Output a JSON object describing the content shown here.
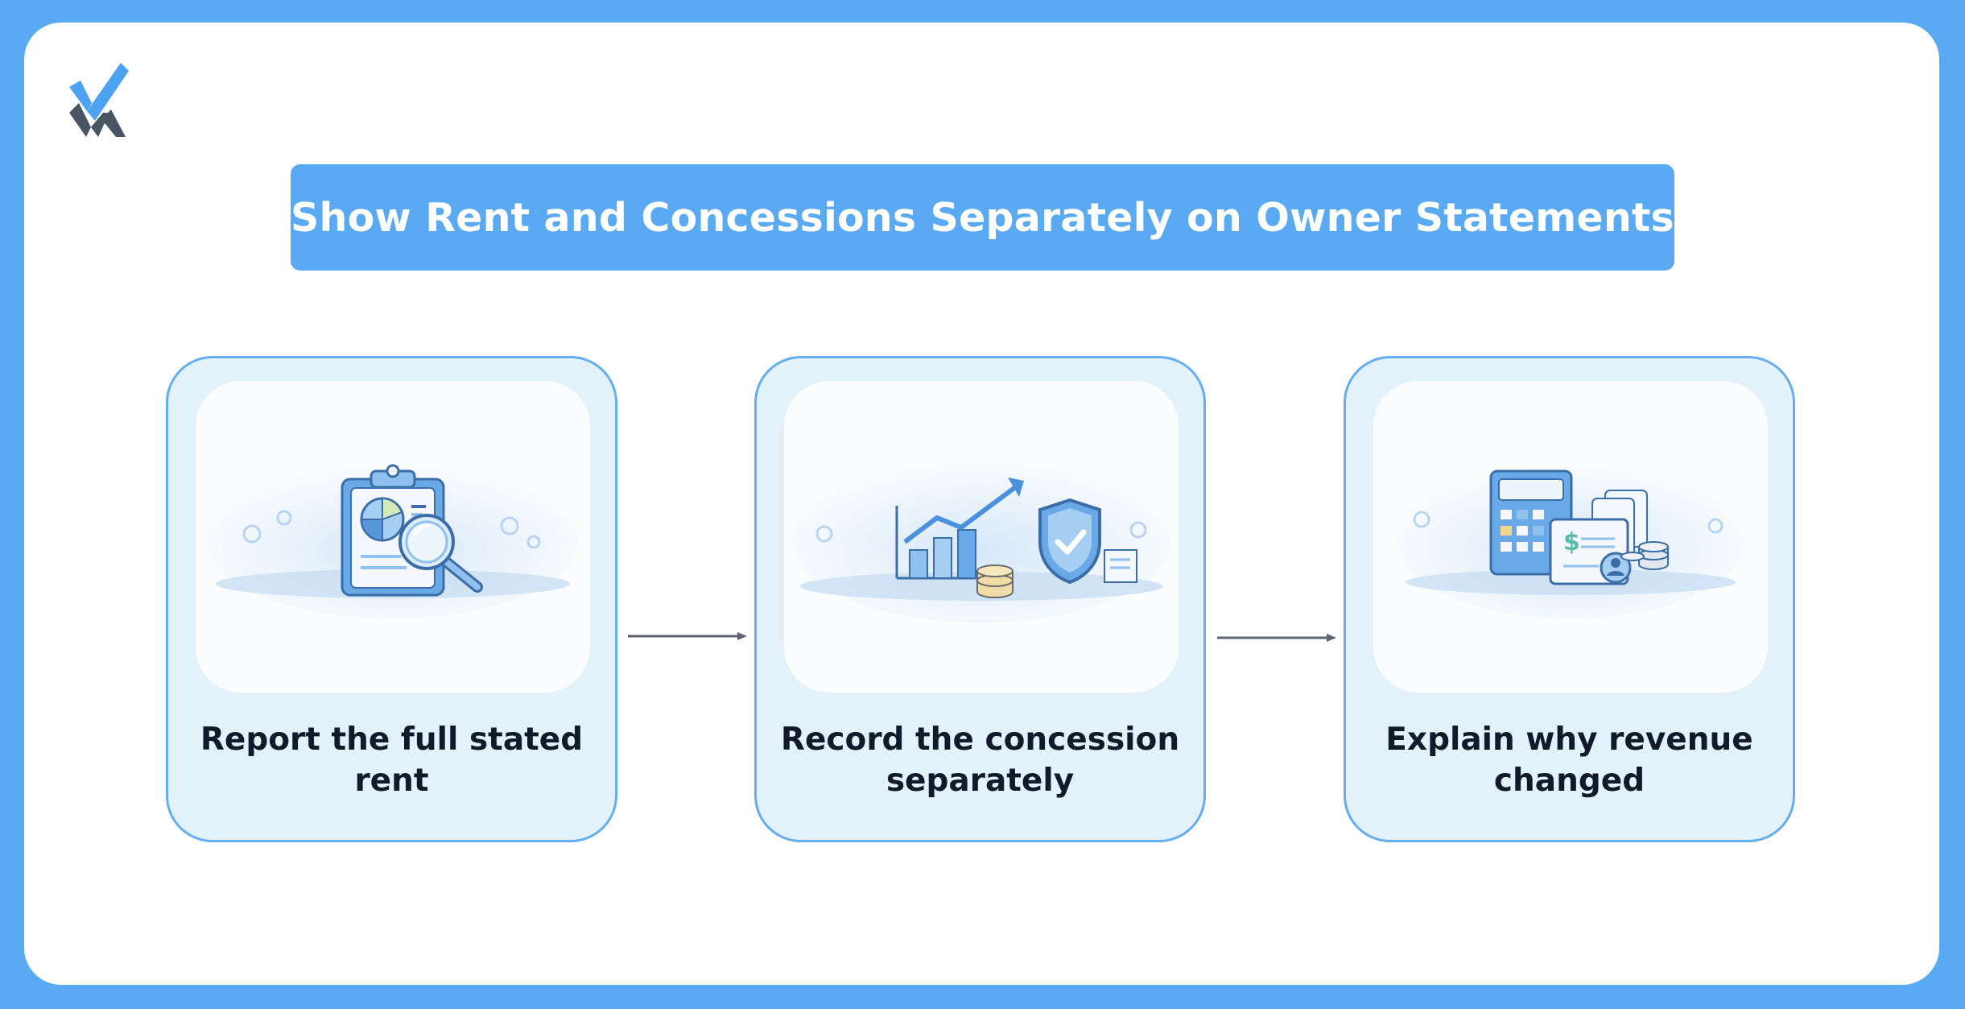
{
  "title": "Show Rent and Concessions Separately on Owner Statements",
  "steps": [
    {
      "label": "Report the full stated rent",
      "icon": "clipboard-chart-magnifier-icon"
    },
    {
      "label": "Record the concession separately",
      "icon": "chart-shield-coins-icon"
    },
    {
      "label": "Explain why revenue changed",
      "icon": "calculator-documents-icon"
    }
  ],
  "colors": {
    "frame": "#5aa9f3",
    "title_bar": "#5aa9f3",
    "card_fill": "#e3f1fb",
    "card_border": "#64aef0",
    "text": "#111a2b",
    "logo_blue": "#4da3f2",
    "logo_dark": "#4a5563"
  }
}
